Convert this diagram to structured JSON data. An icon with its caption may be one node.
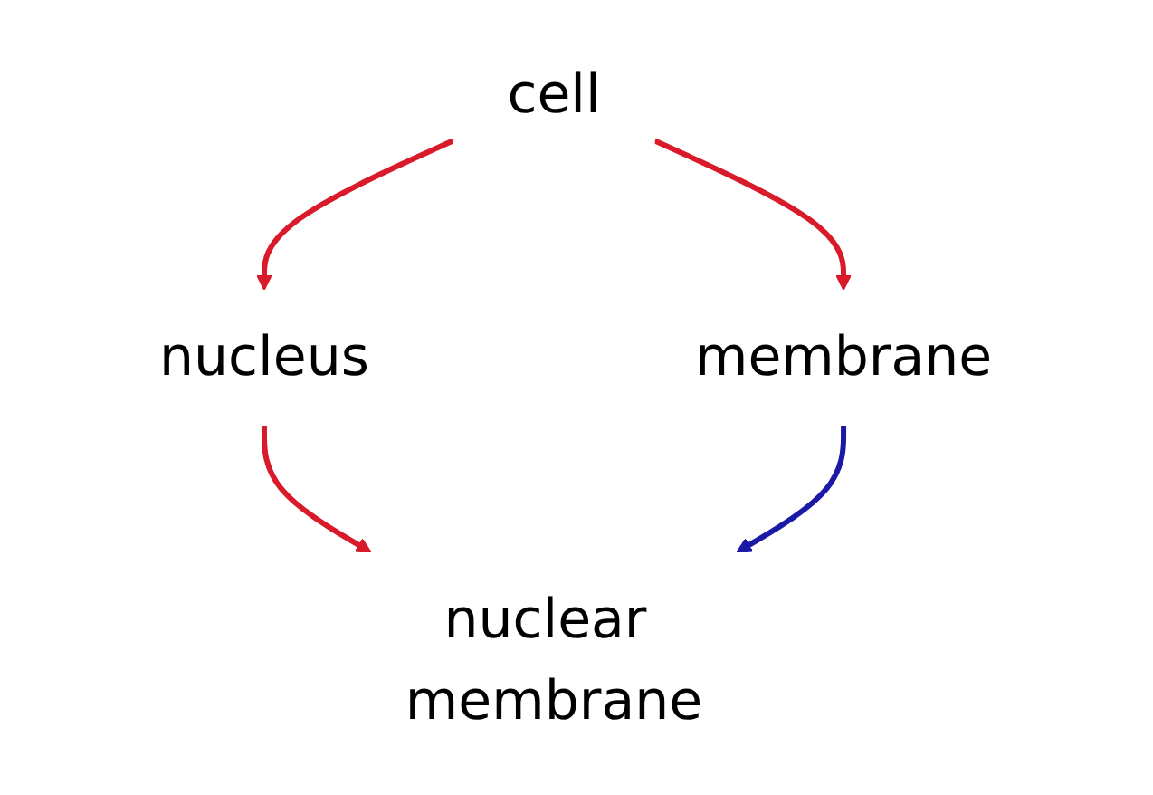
{
  "diagram": {
    "nodes": [
      {
        "text": [
          "cell"
        ]
      },
      {
        "text": [
          "nucleus"
        ]
      },
      {
        "text": [
          "membrane"
        ]
      },
      {
        "text": [
          "nuclear membrane"
        ]
      }
    ],
    "edges": [
      {
        "from": 0,
        "to": 1,
        "arrow": "to"
      },
      {
        "from": 0,
        "to": 2,
        "arrow": "to"
      },
      {
        "from": 1,
        "to": 3,
        "arrow": "to"
      },
      {
        "from": 2,
        "to": 3,
        "arrow": "to",
        "color": "#1a1aa6"
      }
    ]
  }
}
